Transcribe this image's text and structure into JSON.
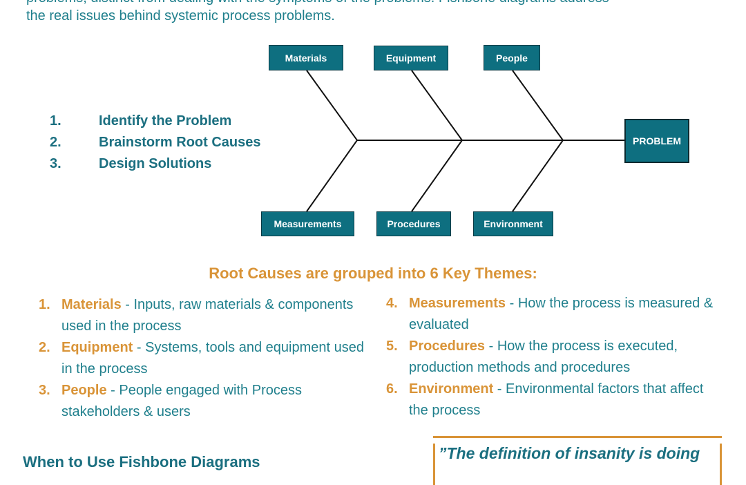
{
  "intro": {
    "line1": "problems, distinct from dealing with the symptoms of the problems. Fishbone diagrams address",
    "line2": "the real issues behind systemic process problems."
  },
  "steps": [
    {
      "num": "1.",
      "label": "Identify the Problem"
    },
    {
      "num": "2.",
      "label": "Brainstorm Root Causes"
    },
    {
      "num": "3.",
      "label": "Design Solutions"
    }
  ],
  "diagram": {
    "top_boxes": [
      "Materials",
      "Equipment",
      "People"
    ],
    "bottom_boxes": [
      "Measurements",
      "Procedures",
      "Environment"
    ],
    "head": "PROBLEM"
  },
  "themes": {
    "title": "Root Causes are grouped into 6 Key Themes:",
    "left": [
      {
        "num": "1.",
        "name": "Materials",
        "desc": " - Inputs, raw materials & components  used in the process"
      },
      {
        "num": "2.",
        "name": "Equipment",
        "desc": " - Systems, tools and equipment used in the process"
      },
      {
        "num": "3.",
        "name": "People",
        "desc": " - People engaged with Process stakeholders & users"
      }
    ],
    "right": [
      {
        "num": "4.",
        "name": "Measurements",
        "desc": " - How the process is measured & evaluated"
      },
      {
        "num": "5.",
        "name": "Procedures",
        "desc": " - How the process is executed, production methods and procedures"
      },
      {
        "num": "6.",
        "name": "Environment",
        "desc": " - Environmental factors that affect the process"
      }
    ]
  },
  "when_heading": "When to Use Fishbone Diagrams",
  "quote": "”The definition of insanity is doing",
  "colors": {
    "teal": "#0e6f80",
    "orange": "#d99438",
    "text_teal": "#1f7f8c"
  }
}
